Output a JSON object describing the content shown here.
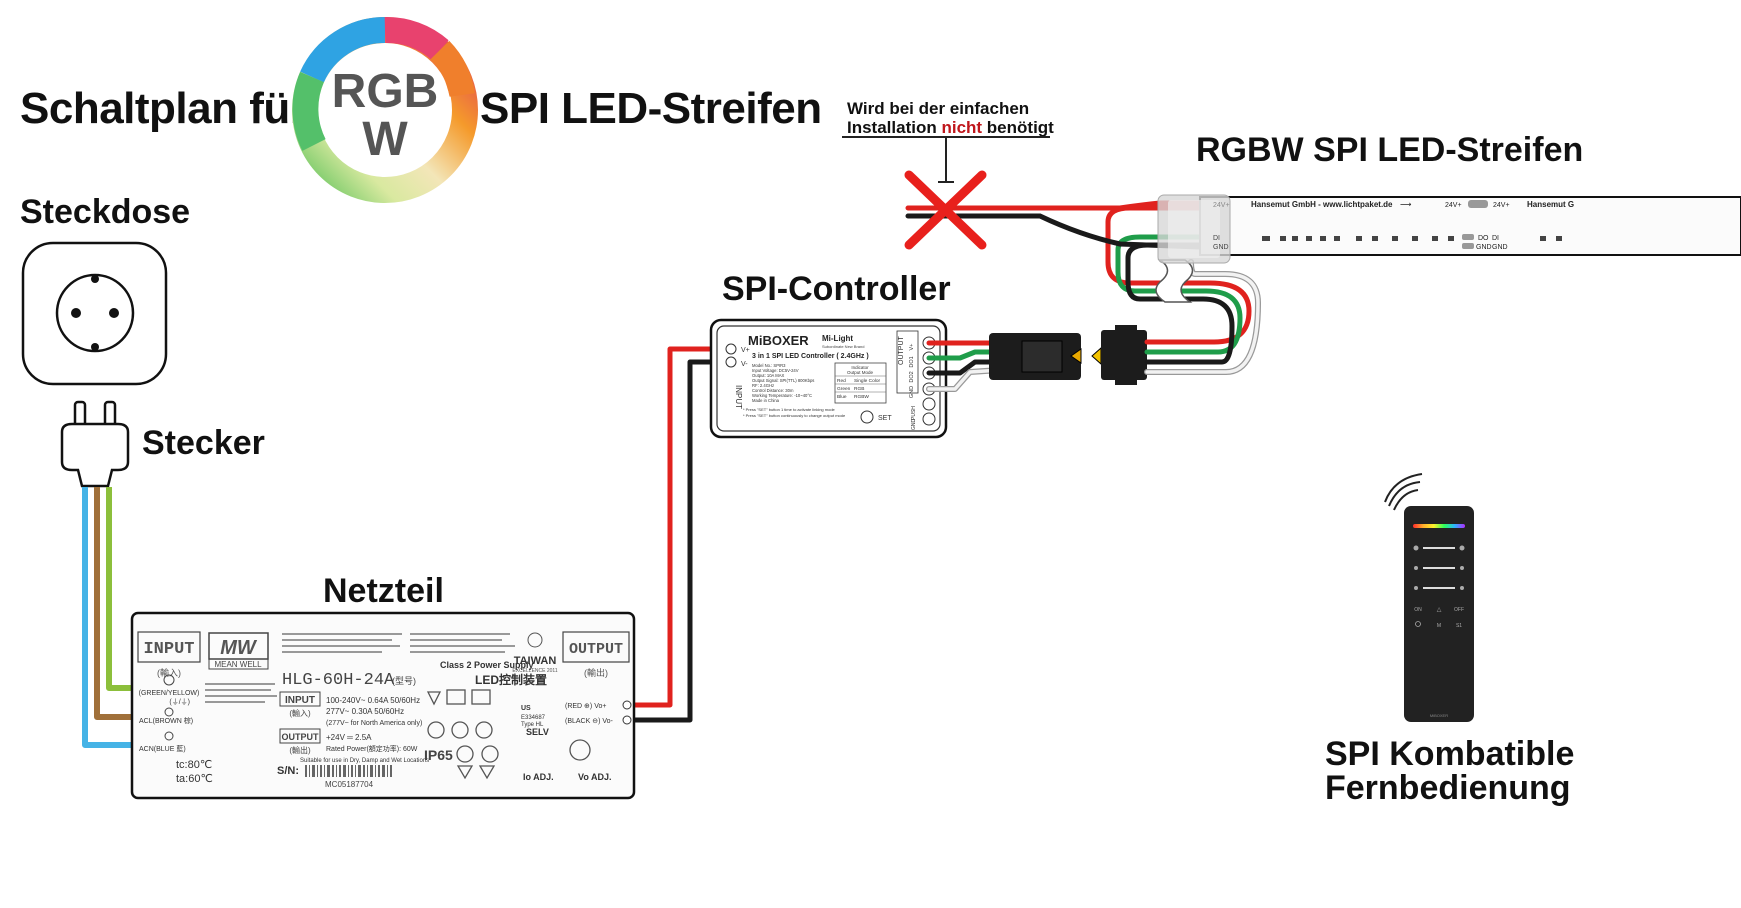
{
  "header": {
    "title_left": "Schaltplan für",
    "title_right": "SPI LED-Streifen",
    "badge_line1": "RGB",
    "badge_line2": "W"
  },
  "labels": {
    "socket": "Steckdose",
    "plug": "Stecker",
    "psu": "Netzteil",
    "controller": "SPI-Controller",
    "strip": "RGBW SPI LED-Streifen",
    "remote_line1": "SPI Kombatible",
    "remote_line2": "Fernbedienung"
  },
  "note": {
    "line1": "Wird bei der einfachen",
    "line2_before": "Installation ",
    "line2_red": "nicht",
    "line2_after": " benötigt"
  },
  "psu_label": {
    "input_title": "INPUT",
    "input_sub": "(輸入)",
    "brand_logo": "MW",
    "brand_name": "MEAN WELL",
    "model": "HLG-60H-24A",
    "model_suffix": "(型号)",
    "input_box": "INPUT",
    "input_box_sub": "(輸入)",
    "input_spec1": "100-240V~  0.64A  50/60Hz",
    "input_spec2": "277V~   0.30A  50/60Hz",
    "input_spec3": "(277V~ for North America only)",
    "output_box": "OUTPUT",
    "output_box_sub": "(輸出)",
    "output_spec1": "+24V  ═  2.5A",
    "output_spec2": "Rated Power(額定功率): 60W",
    "output_spec3": "Suitable for use in Dry, Damp and Wet Locations",
    "sn_label": "S/N:",
    "serial": "MC05187704",
    "class2": "Class 2 Power Supply",
    "led_device": "LED控制装置",
    "taiwan": "TAIWAN",
    "taiwan_sub": "EXCELLENCE 2011",
    "output_title": "OUTPUT",
    "output_sub": "(輸出)",
    "terminal_red": "(RED ⊕) Vo+",
    "terminal_black": "(BLACK ⊖) Vo-",
    "terminal_green": "(GREEN/YELLOW)",
    "terminal_fg": "(⏚/⏚)",
    "terminal_acl": "ACL(BROWN 棕)",
    "terminal_acn": "ACN(BLUE 藍)",
    "tc": "tc:80℃",
    "ta": "ta:60℃",
    "io_adj": "Io ADJ.",
    "vo_adj": "Vo ADJ.",
    "ip": "IP65",
    "selv": "SELV",
    "e334687": "E334687",
    "type_hl": "Type HL",
    "us": "US"
  },
  "controller_label": {
    "brand": "MiBOXER",
    "subbrand": "Mi-Light",
    "subbrand_sub": "Subordinate New Brand",
    "product": "3 in 1 SPI LED Controller ( 2.4GHz )",
    "specs": [
      "Model No.: SPIR3",
      "Input Voltage: DC5V-24V",
      "Output: 10A MAX",
      "Output Signal: SPI(TTL) 800Kbps",
      "RF: 2.4GHz",
      "Control Distance: 30m",
      "Working Temperature: -10~40°C",
      "Made in China"
    ],
    "table_header1": "Indicator",
    "table_header2": "Output Mode",
    "table_rows": [
      [
        "Red",
        "Single Color"
      ],
      [
        "Green",
        "RGB"
      ],
      [
        "Blue",
        "RGBW"
      ]
    ],
    "note1": "* Press \"SET\" button 1 time to activate linking mode",
    "note2": "* Press \"SET\" button continuously to change output mode",
    "set": "SET",
    "v_plus": "V+",
    "v_minus": "V-",
    "input_vertical": "INPUT",
    "output_vertical": "OUTPUT",
    "out_pins": [
      "V+",
      "DO1",
      "DO2",
      "GND"
    ],
    "push_vertical": "PUSH",
    "gnd_vertical": "GND"
  },
  "strip_label": {
    "text1": "Hansemut GmbH - www.lichtpaket.de",
    "text2": "Hansemut G",
    "v24": "24V+",
    "di": "DI",
    "do": "DO",
    "gnd": "GND",
    "arrow": "⟶"
  },
  "remote_label": {
    "on": "ON",
    "off": "OFF",
    "m": "M",
    "s1": "S1",
    "brand": "MiBOXER"
  },
  "colors": {
    "wire_red": "#e0221e",
    "wire_black": "#1a1a1a",
    "wire_green": "#1f9d4a",
    "wire_white": "#f2f2f2",
    "wire_blue": "#45b3e6",
    "wire_brown": "#a0703a",
    "wire_greenyellow": "#8cbf3b",
    "cross_red": "#e8201c",
    "note_red": "#c0161b",
    "remote_body": "#222222"
  }
}
